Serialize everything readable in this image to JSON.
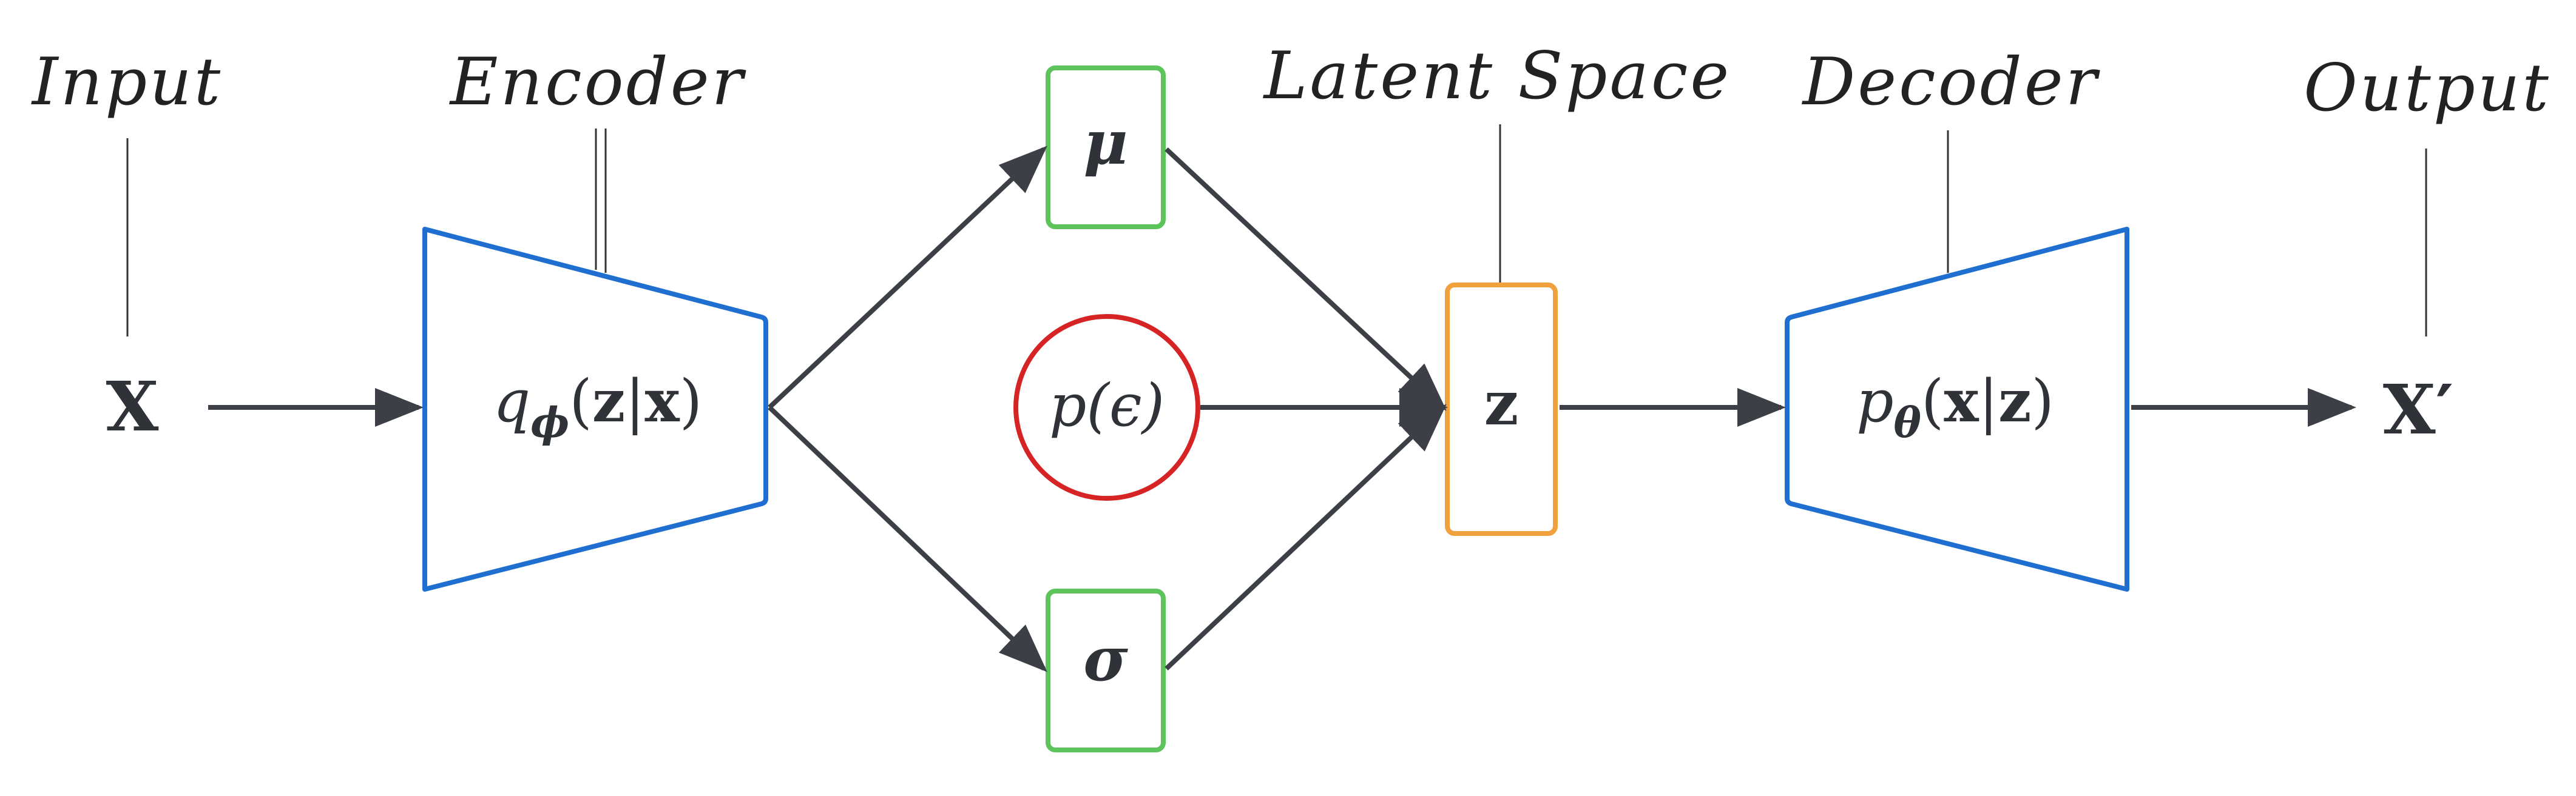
{
  "captions": {
    "input": "Input",
    "encoder": "Encoder",
    "latent": "Latent Space",
    "decoder": "Decoder",
    "output": "Output"
  },
  "nodes": {
    "x": {
      "main": "X"
    },
    "encoder": {
      "fn": "q",
      "sub": "ϕ",
      "open": "(",
      "v1": "z",
      "bar": "|",
      "v2": "x",
      "close": ")"
    },
    "mu": {
      "label": "μ"
    },
    "prior": {
      "fn": "p",
      "arg": "(ϵ)"
    },
    "sigma": {
      "label": "σ"
    },
    "z": {
      "label": "z"
    },
    "decoder": {
      "fn": "p",
      "sub": "θ",
      "open": "(",
      "v1": "x",
      "bar": "|",
      "v2": "z",
      "close": ")"
    },
    "output": {
      "main": "X",
      "prime": "′"
    }
  },
  "colors": {
    "encoder_decoder": "#1f6fd1",
    "mu_sigma": "#5cc45a",
    "prior": "#d62424",
    "latent": "#f0a03c",
    "arrow": "#3c4046"
  }
}
